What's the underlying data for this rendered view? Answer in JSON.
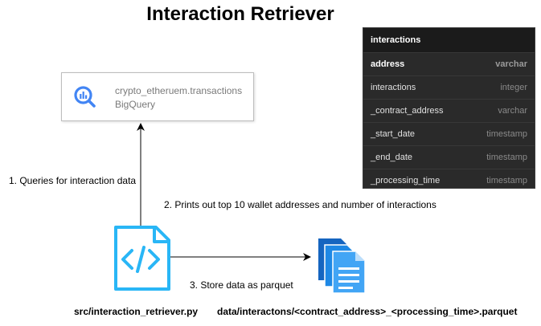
{
  "title": "Interaction Retriever",
  "bigquery": {
    "table": "crypto_etheruem.transactions",
    "service": "BigQuery",
    "icon": "bigquery-magnifier-icon",
    "accent": "#4285F4"
  },
  "schema": {
    "table_name": "interactions",
    "columns": [
      {
        "name": "address",
        "type": "varchar"
      },
      {
        "name": "interactions",
        "type": "integer"
      },
      {
        "name": "_contract_address",
        "type": "varchar"
      },
      {
        "name": "_start_date",
        "type": "timestamp"
      },
      {
        "name": "_end_date",
        "type": "timestamp"
      },
      {
        "name": "_processing_time",
        "type": "timestamp"
      }
    ]
  },
  "steps": {
    "query": "1. Queries for interaction data",
    "print": "2. Prints out top 10 wallet addresses and number of interactions",
    "store": "3. Store data as parquet"
  },
  "script": {
    "filename": "src/interaction_retriever.py",
    "icon": "code-file-icon",
    "color": "#29B6F6"
  },
  "output": {
    "filename": "data/interactons/<contract_address>_<processing_time>.parquet",
    "icon": "documents-icon",
    "color": "#1E88E5"
  }
}
